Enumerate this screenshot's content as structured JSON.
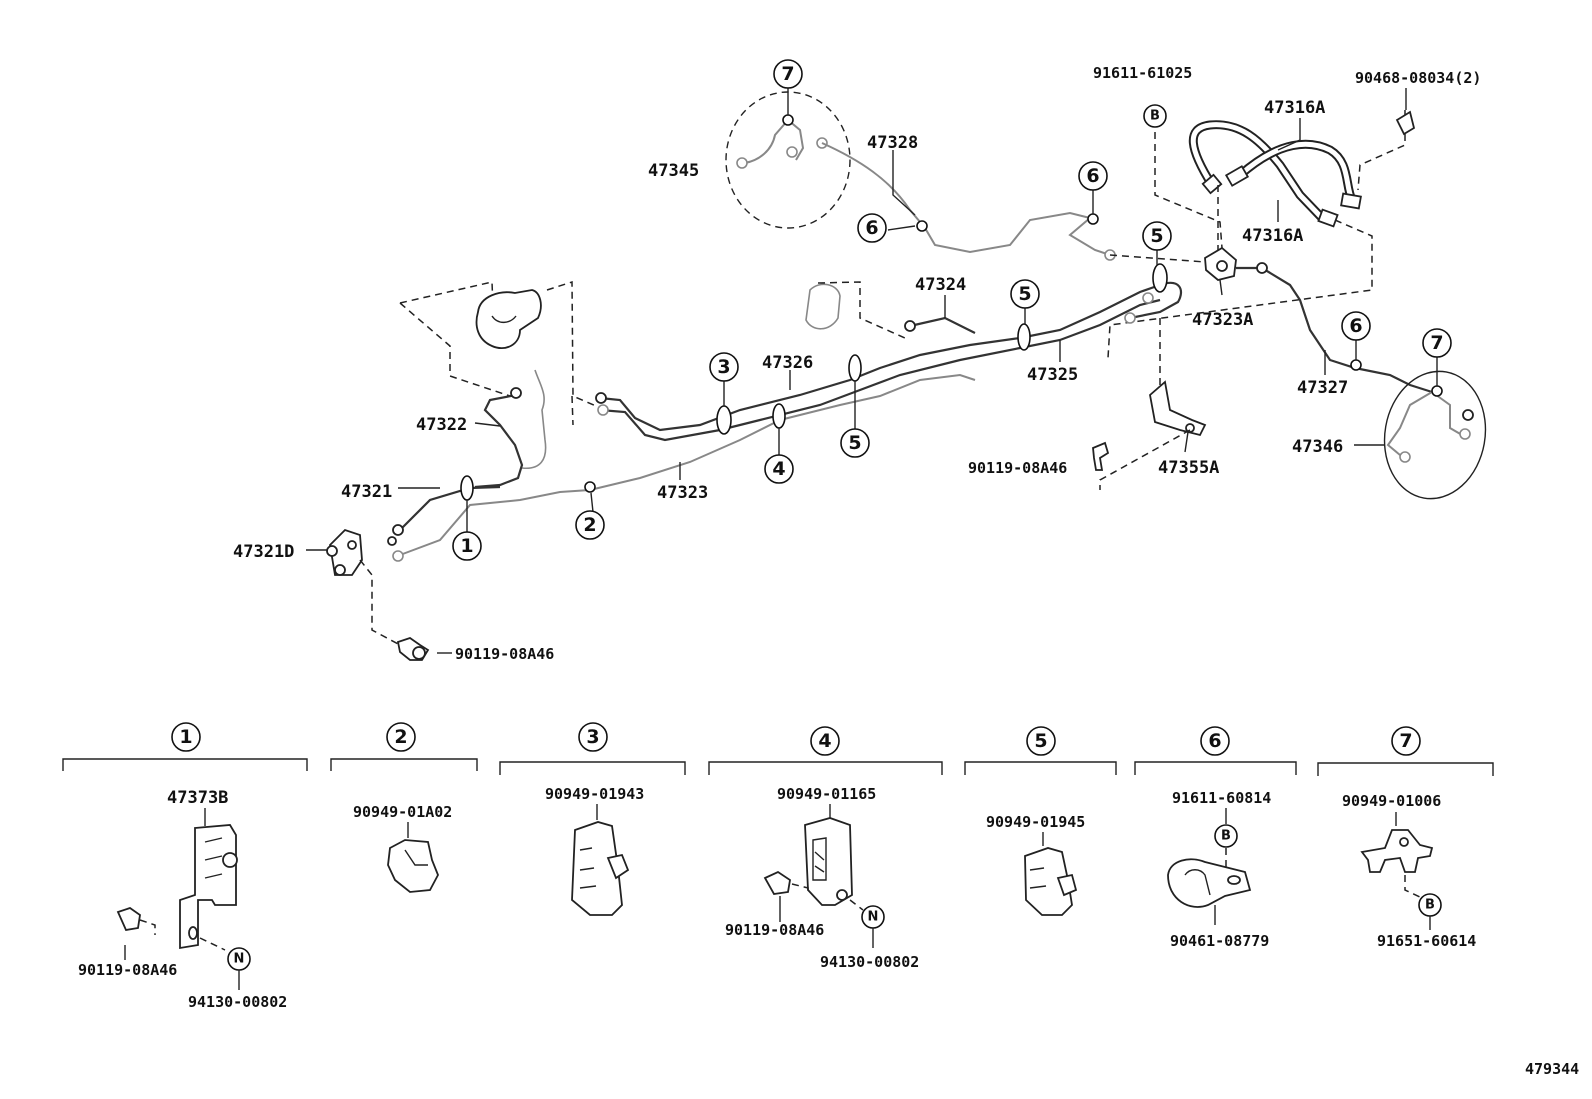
{
  "diagram_id": "479344",
  "parts": {
    "p47345": "47345",
    "p47328": "47328",
    "p91611_61025": "91611-61025",
    "p90468": "90468-08034(2)",
    "p47316A_top": "47316A",
    "p47316A_bot": "47316A",
    "p47324": "47324",
    "p47323A": "47323A",
    "p47326": "47326",
    "p47325": "47325",
    "p47327": "47327",
    "p47322": "47322",
    "p47346": "47346",
    "p90119_mid": "90119-08A46",
    "p47355A": "47355A",
    "p47321": "47321",
    "p47323": "47323",
    "p47321D": "47321D",
    "p90119_left": "90119-08A46"
  },
  "callouts": [
    "1",
    "2",
    "3",
    "4",
    "5",
    "6",
    "7"
  ],
  "letters": {
    "b": "B",
    "n": "N"
  },
  "details": {
    "d1": {
      "num": "1",
      "a": "47373B",
      "b": "90119-08A46",
      "c": "94130-00802"
    },
    "d2": {
      "num": "2",
      "a": "90949-01A02"
    },
    "d3": {
      "num": "3",
      "a": "90949-01943"
    },
    "d4": {
      "num": "4",
      "a": "90949-01165",
      "b": "90119-08A46",
      "c": "94130-00802"
    },
    "d5": {
      "num": "5",
      "a": "90949-01945"
    },
    "d6": {
      "num": "6",
      "a": "91611-60814",
      "b": "90461-08779"
    },
    "d7": {
      "num": "7",
      "a": "90949-01006",
      "b": "91651-60614"
    }
  }
}
